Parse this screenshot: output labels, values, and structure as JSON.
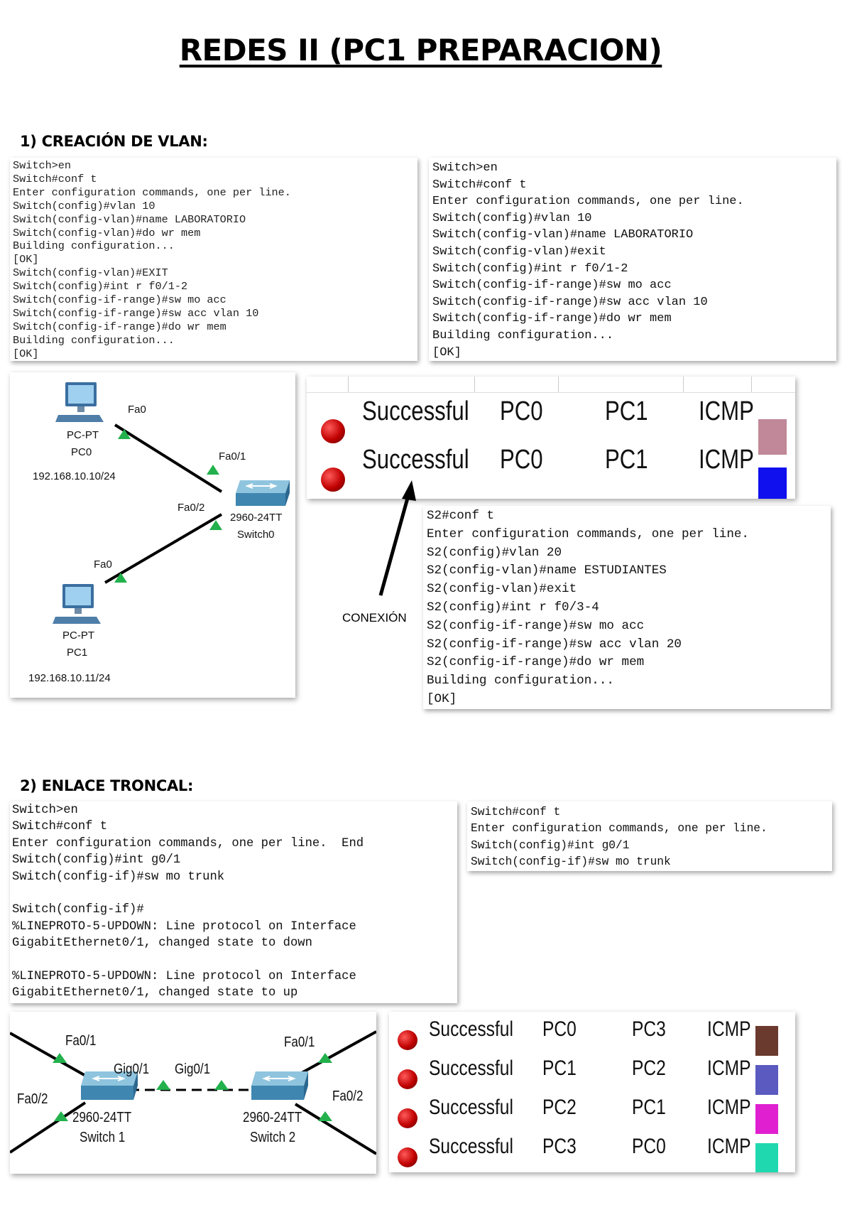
{
  "title": "REDES II (PC1 PREPARACION)",
  "section1": {
    "heading": "1) CREACIÓN DE VLAN:",
    "terminal_left": [
      "Switch>en",
      "Switch#conf t",
      "Enter configuration commands, one per line.",
      "Switch(config)#vlan 10",
      "Switch(config-vlan)#name LABORATORIO",
      "Switch(config-vlan)#do wr mem",
      "Building configuration...",
      "[OK]",
      "Switch(config-vlan)#EXIT",
      "Switch(config)#int r f0/1-2",
      "Switch(config-if-range)#sw mo acc",
      "Switch(config-if-range)#sw acc vlan 10",
      "Switch(config-if-range)#do wr mem",
      "Building configuration...",
      "[OK]"
    ],
    "terminal_right": [
      "Switch>en",
      "Switch#conf t",
      "Enter configuration commands, one per line.",
      "Switch(config)#vlan 10",
      "Switch(config-vlan)#name LABORATORIO",
      "Switch(config-vlan)#exit",
      "Switch(config)#int r f0/1-2",
      "Switch(config-if-range)#sw mo acc",
      "Switch(config-if-range)#sw acc vlan 10",
      "Switch(config-if-range)#do wr mem",
      "Building configuration...",
      "[OK]"
    ],
    "topology": {
      "pc0_type": "PC-PT",
      "pc0_name": "PC0",
      "pc0_ip": "192.168.10.10/24",
      "pc1_type": "PC-PT",
      "pc1_name": "PC1",
      "pc1_ip": "192.168.10.11/24",
      "port_pc0": "Fa0",
      "port_sw_top": "Fa0/1",
      "port_sw_bottom": "Fa0/2",
      "port_pc1": "Fa0",
      "switch_model": "2960-24TT",
      "switch_name": "Switch0"
    },
    "pdu_rows": [
      {
        "status": "Successful",
        "source": "PC0",
        "destination": "PC1",
        "type": "ICMP",
        "color": "#c08898"
      },
      {
        "status": "Successful",
        "source": "PC0",
        "destination": "PC1",
        "type": "ICMP",
        "color": "#1010ee"
      }
    ],
    "arrow_label": "CONEXIÓN",
    "terminal_s2": [
      "S2#conf t",
      "Enter configuration commands, one per line.",
      "S2(config)#vlan 20",
      "S2(config-vlan)#name ESTUDIANTES",
      "S2(config-vlan)#exit",
      "S2(config)#int r f0/3-4",
      "S2(config-if-range)#sw mo acc",
      "S2(config-if-range)#sw acc vlan 20",
      "S2(config-if-range)#do wr mem",
      "Building configuration...",
      "[OK]"
    ]
  },
  "section2": {
    "heading": "2) ENLACE TRONCAL:",
    "terminal_left": [
      "Switch>en",
      "Switch#conf t",
      "Enter configuration commands, one per line.  End",
      "Switch(config)#int g0/1",
      "Switch(config-if)#sw mo trunk",
      "",
      "Switch(config-if)#",
      "%LINEPROTO-5-UPDOWN: Line protocol on Interface",
      "GigabitEthernet0/1, changed state to down",
      "",
      "%LINEPROTO-5-UPDOWN: Line protocol on Interface",
      "GigabitEthernet0/1, changed state to up"
    ],
    "terminal_right": [
      "Switch#conf t",
      "Enter configuration commands, one per line.",
      "Switch(config)#int g0/1",
      "Switch(config-if)#sw mo trunk"
    ],
    "topology": {
      "sw1_port_top": "Fa0/1",
      "sw1_port_bottom": "Fa0/2",
      "sw1_trunk": "Gig0/1",
      "sw1_model": "2960-24TT",
      "sw1_name": "Switch 1",
      "sw2_port_top": "Fa0/1",
      "sw2_port_bottom": "Fa0/2",
      "sw2_trunk": "Gig0/1",
      "sw2_model": "2960-24TT",
      "sw2_name": "Switch 2"
    },
    "pdu_rows": [
      {
        "status": "Successful",
        "source": "PC0",
        "destination": "PC3",
        "type": "ICMP",
        "color": "#6b3a2e"
      },
      {
        "status": "Successful",
        "source": "PC1",
        "destination": "PC2",
        "type": "ICMP",
        "color": "#5a5ac0"
      },
      {
        "status": "Successful",
        "source": "PC2",
        "destination": "PC1",
        "type": "ICMP",
        "color": "#e020d0"
      },
      {
        "status": "Successful",
        "source": "PC3",
        "destination": "PC0",
        "type": "ICMP",
        "color": "#20d8b0"
      }
    ]
  }
}
